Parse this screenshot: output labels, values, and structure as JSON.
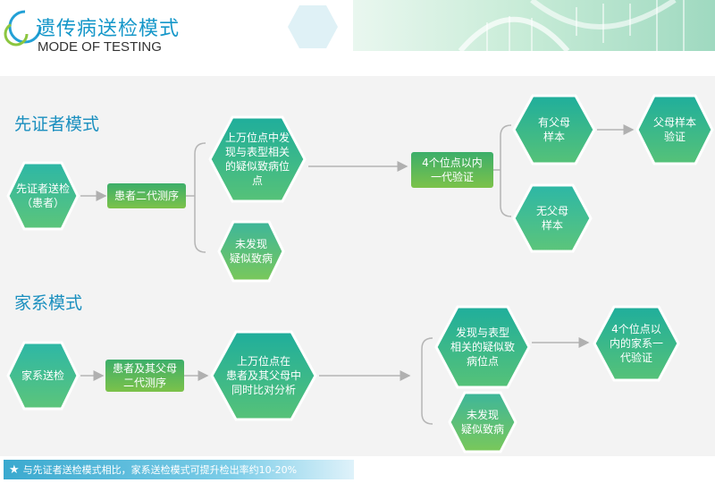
{
  "header": {
    "title": "遗传病送检模式",
    "subtitle": "MODE OF TESTING"
  },
  "section1": {
    "title": "先证者模式",
    "proband": "先证者送检\n（患者）",
    "ngs": "患者二代测序",
    "found": "上万位点中发\n现与表型相关\n的疑似致病位\n点",
    "notfound": "未发现\n疑似致病",
    "verify": "4个位点以内\n一代验证",
    "has_parents": "有父母\n样本",
    "no_parents": "无父母\n样本",
    "parent_verify": "父母样本\n验证"
  },
  "section2": {
    "title": "家系模式",
    "family": "家系送检",
    "ngs": "患者及其父母\n二代测序",
    "compare": "上万位点在\n患者及其父母中\n同时比对分析",
    "found": "发现与表型\n相关的疑似致\n病位点",
    "notfound": "未发现\n疑似致病",
    "verify": "4个位点以\n内的家系一\n代验证"
  },
  "footer": {
    "note": "与先证者送检模式相比，家系送检模式可提升检出率约10-20%"
  }
}
